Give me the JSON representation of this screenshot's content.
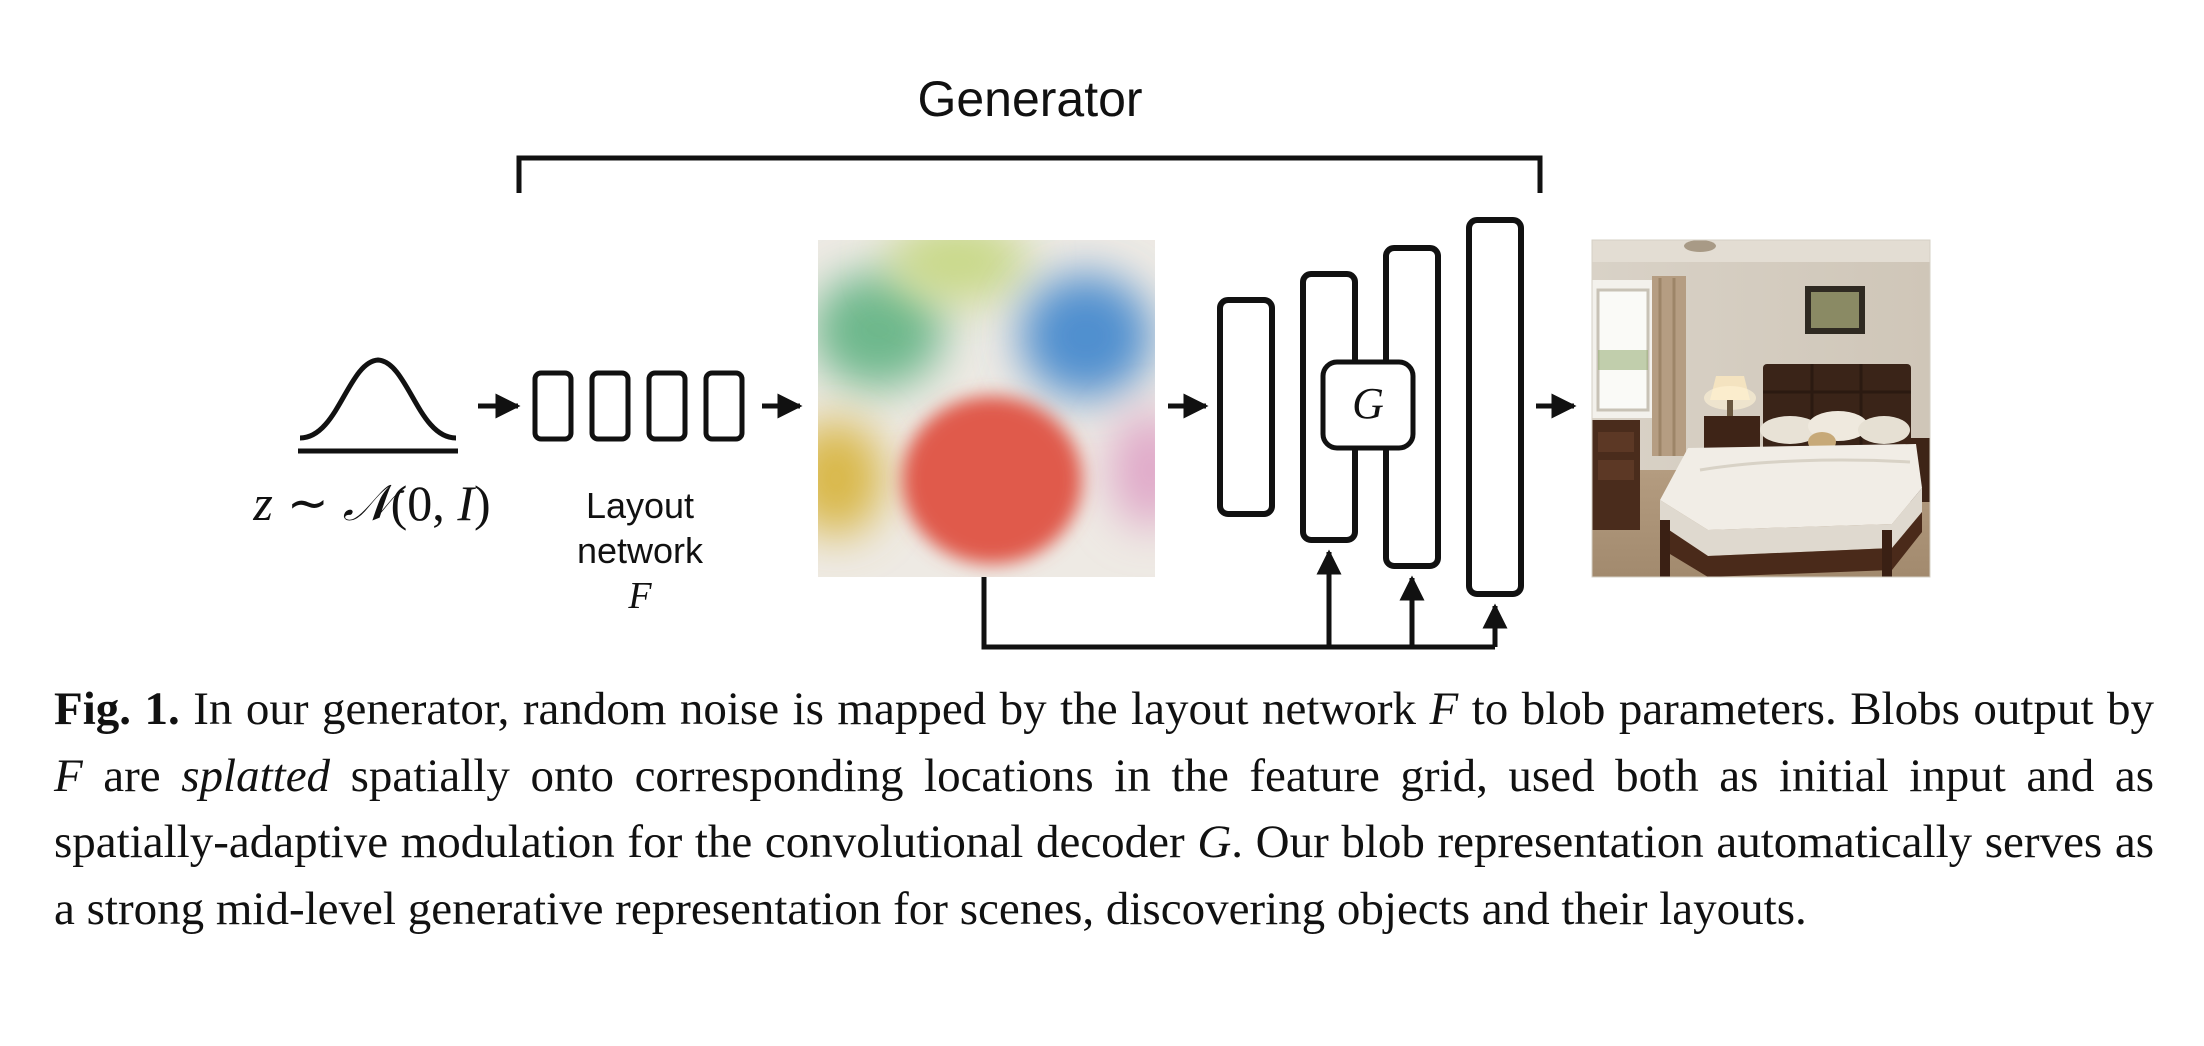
{
  "diagram": {
    "generator_label": "Generator",
    "noise_label": {
      "z": "z",
      "tilde": "∼",
      "N": "𝒩",
      "args": "(0, ",
      "I": "I",
      "close": ")"
    },
    "layout_network_label": {
      "line1": "Layout",
      "line2": "network",
      "symbol": "F"
    },
    "decoder_label": "G",
    "blob_colors": [
      "#e05a4c",
      "#4f8fcf",
      "#6db88c",
      "#d9b84a",
      "#c9d98a",
      "#e0a9c9"
    ],
    "images": {
      "blob_grid": "blob feature grid",
      "output": "generated bedroom image"
    }
  },
  "caption": {
    "fig_label": "Fig. 1.",
    "part1": " In our generator, random noise is mapped by the layout network ",
    "F1": "F",
    "part2": " to blob parameters. Blobs output by ",
    "F2": "F",
    "part3": " are ",
    "splatted": "splatted",
    "part4": " spatially onto corresponding locations in the feature grid, used both as initial input and as spatially-adaptive modulation for the convolutional decoder ",
    "G": "G",
    "part5": ". Our blob representation automatically serves as a strong mid-level generative representation for scenes, discovering objects and their layouts."
  }
}
